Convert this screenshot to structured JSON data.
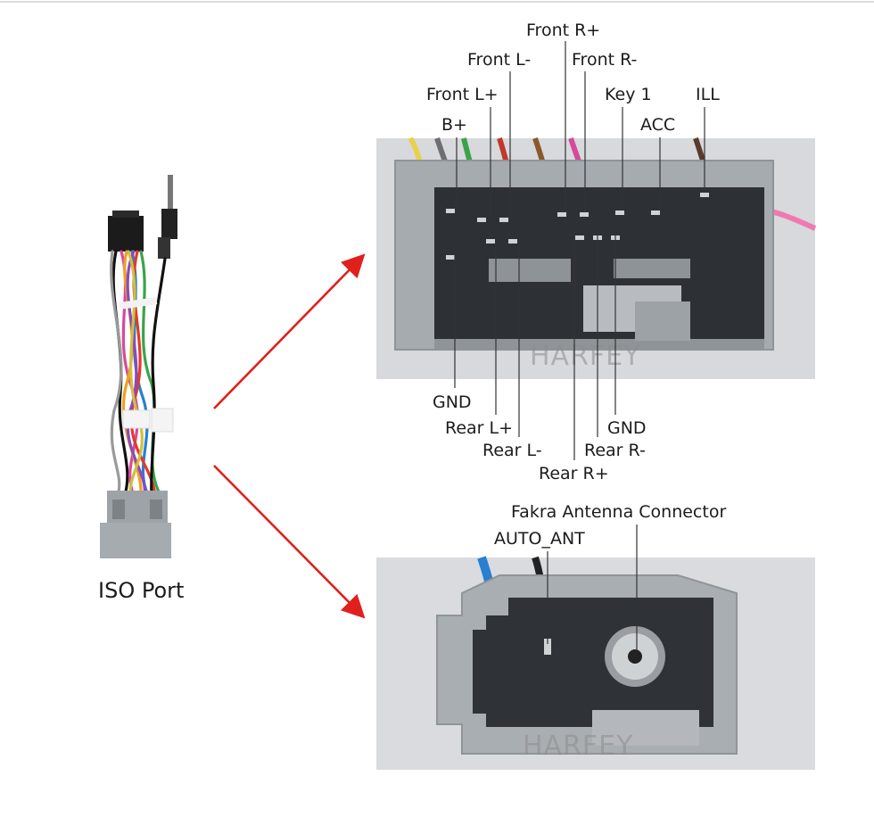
{
  "iso_port": {
    "label": "ISO Port"
  },
  "main_connector": {
    "watermark": "HARFEY",
    "pins_top": [
      "Front R+",
      "Front L-",
      "Front R-",
      "Front L+",
      "Key 1",
      "ILL",
      "B+",
      "ACC"
    ],
    "pins_bottom": [
      "GND",
      "Rear L+",
      "GND",
      "Rear L-",
      "Rear R-",
      "Rear R+"
    ]
  },
  "antenna_connector": {
    "watermark": "HARFEY",
    "labels": [
      "Fakra Antenna Connector",
      "AUTO_ANT"
    ]
  },
  "colors": {
    "arrow": "#e0201c",
    "housing": "#a6abb0",
    "background_photo": "#d7d9dc"
  }
}
